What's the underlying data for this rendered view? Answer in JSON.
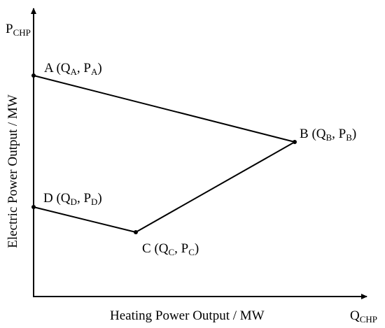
{
  "axes": {
    "y_axis_symbol": {
      "main": "P",
      "sub": "CHP"
    },
    "x_axis_symbol": {
      "main": "Q",
      "sub": "CHP"
    },
    "y_axis_label": "Electric Power Output / MW",
    "x_axis_label": "Heating Power Output / MW"
  },
  "points": [
    {
      "id": "A",
      "q_sub": "A",
      "p_sub": "A"
    },
    {
      "id": "B",
      "q_sub": "B",
      "p_sub": "B"
    },
    {
      "id": "C",
      "q_sub": "C",
      "p_sub": "C"
    },
    {
      "id": "D",
      "q_sub": "D",
      "p_sub": "D"
    }
  ],
  "edges": [
    [
      "A",
      "B"
    ],
    [
      "B",
      "C"
    ],
    [
      "C",
      "D"
    ]
  ],
  "colors": {
    "line": "#000000",
    "background": "#ffffff"
  }
}
